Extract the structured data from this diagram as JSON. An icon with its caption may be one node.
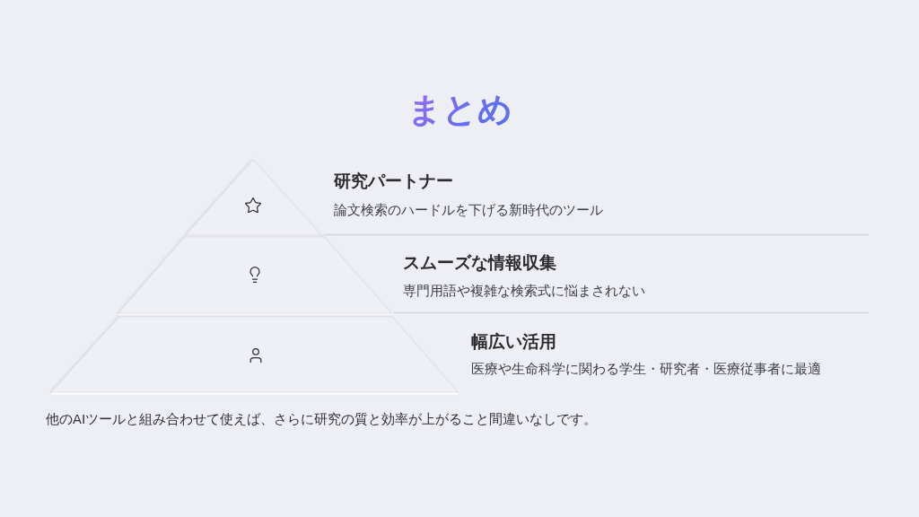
{
  "diagram": {
    "title": "まとめ",
    "nodes": [
      {
        "text": [
          "研究パートナー",
          "論文検索のハードルを下げる新時代のツール"
        ]
      },
      {
        "text": [
          "スムーズな情報収集",
          "専門用語や複雑な検索式に悩まされない"
        ]
      },
      {
        "text": [
          "幅広い活用",
          "医療や生命科学に関わる学生・研究者・医療従事者に最適"
        ]
      }
    ],
    "labels": [
      "他のAIツールと組み合わせて使えば、さらに研究の質と効率が上がること間違いなしです。"
    ]
  }
}
